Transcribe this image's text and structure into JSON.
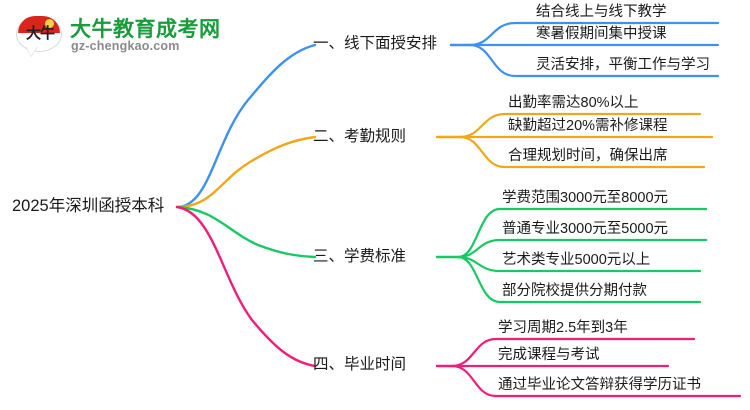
{
  "logo": {
    "mark_text": "大牛",
    "name_cn": "大牛教育成考网",
    "url": "gz-chengkao.com",
    "mark_color": "#d9261c",
    "name_color": "#1a9b3c"
  },
  "mindmap": {
    "root": "2025年深圳函授本科",
    "branches": [
      {
        "label": "一、线下面授安排",
        "color": "#3d92f0",
        "leaves": [
          "结合线上与线下教学",
          "寒暑假期间集中授课",
          "灵活安排，平衡工作与学习"
        ]
      },
      {
        "label": "二、考勤规则",
        "color": "#f0a818",
        "leaves": [
          "出勤率需达80%以上",
          "缺勤超过20%需补修课程",
          "合理规划时间，确保出席"
        ]
      },
      {
        "label": "三、学费标准",
        "color": "#18c864",
        "leaves": [
          "学费范围3000元至8000元",
          "普通专业3000元至5000元",
          "艺术类专业5000元以上",
          "部分院校提供分期付款"
        ]
      },
      {
        "label": "四、毕业时间",
        "color": "#f01e78",
        "leaves": [
          "学习周期2.5年到3年",
          "完成课程与考试",
          "通过毕业论文答辩获得学历证书"
        ]
      }
    ]
  }
}
